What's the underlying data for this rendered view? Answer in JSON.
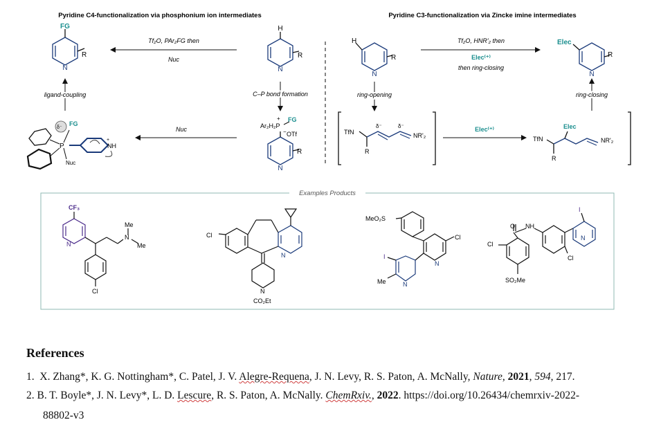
{
  "scheme": {
    "left_title": "Pyridine C4-functionalization via phosphonium ion intermediates",
    "right_title": "Pyridine C3-functionalization via Zincke imine intermediates",
    "fg": "FG",
    "r": "R",
    "h": "H",
    "n": "N",
    "elec": "Elec",
    "tf2o_par2fg": "Tf₂O, PAr₂FG then",
    "nuc": "Nuc",
    "cp_bond": "C–P bond formation",
    "ligand_coupling": "ligand-coupling",
    "ar2h2p": "Ar₂H₂P",
    "otf": "OTf",
    "plus": "+",
    "minus": "−",
    "delta_minus": "δ⁻",
    "nh": "NH",
    "nuc_small": "Nuc",
    "p": "P",
    "tf2o_hnr2": "Tf₂O, HNR'₂ then",
    "elec_plus": "Elec⁽⁺⁾",
    "then_ring_closing": "then ring-closing",
    "ring_opening": "ring-opening",
    "ring_closing": "ring-closing",
    "tfn": "TfN",
    "nr2": "NR'₂",
    "examples_title": "Examples Products",
    "cf3": "CF₃",
    "me": "Me",
    "cl": "Cl",
    "co2et": "CO₂Et",
    "meo2s": "MeO₂S",
    "so2me": "SO₂Me",
    "i": "I",
    "o": "O"
  },
  "references": {
    "heading": "References",
    "ref1": {
      "num": "1.",
      "authors_a": "X. Zhang*, K. G. Nottingham*, C. Patel, J. V. ",
      "authors_sq": "Alegre-Requena",
      "authors_b": ", J. N. Levy, R. S. Paton, A. McNally, ",
      "journal": "Nature",
      "sep": ", ",
      "year": "2021",
      "sep2": ", ",
      "volume": "594",
      "pages": ", 217."
    },
    "ref2": {
      "num": "2.",
      "authors_a": "B. T. Boyle*, J. N. Levy*, L. D. ",
      "authors_sq": "Lescure",
      "authors_b": ", R. S. Paton, A. McNally. ",
      "journal": "ChemRxiv.",
      "sep": ", ",
      "year": "2022",
      "doi": ". https://doi.org/10.26434/chemrxiv-2022-",
      "doi_cont": "88802-v3"
    }
  }
}
